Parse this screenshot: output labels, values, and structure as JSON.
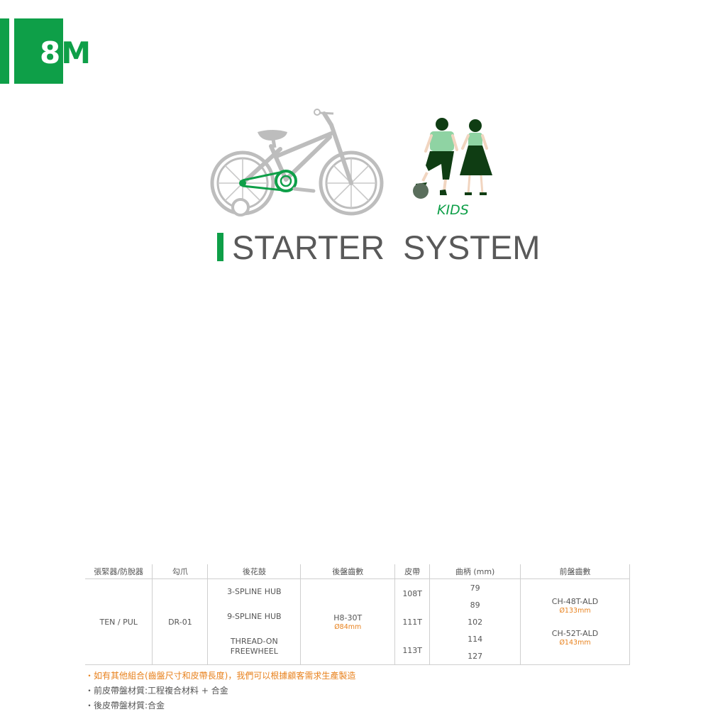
{
  "logo": {
    "digit": "8",
    "letter": "M"
  },
  "title": "STARTER  SYSTEM",
  "kids_label": "KIDS",
  "colors": {
    "brand_green": "#0e9f48",
    "dark_green": "#0f3d13",
    "light_green": "#8fd3a3",
    "gray": "#bdbdbd",
    "accent_orange": "#e8821e"
  },
  "table": {
    "headers": [
      "張緊器/防脫器",
      "勾爪",
      "後花鼓",
      "後盤齒數",
      "皮帶",
      "曲柄 (mm)",
      "前盤齒數"
    ],
    "tensioner": "TEN / PUL",
    "dropout": "DR-01",
    "hubs": [
      "3-SPLINE HUB",
      "9-SPLINE HUB",
      "THREAD-ON FREEWHEEL"
    ],
    "rear_cog": {
      "name": "H8-30T",
      "diameter": "Ø84mm"
    },
    "belts": [
      "108T",
      "111T",
      "113T"
    ],
    "cranks": [
      "79",
      "89",
      "102",
      "114",
      "127"
    ],
    "front_rings": [
      {
        "name": "CH-48T-ALD",
        "diameter": "Ø133mm"
      },
      {
        "name": "CH-52T-ALD",
        "diameter": "Ø143mm"
      }
    ]
  },
  "notes": [
    "・如有其他組合(齒盤尺寸和皮帶長度)，我們可以根據顧客需求生產製造",
    "・前皮帶盤材質:工程複合材料 + 合金",
    "・後皮帶盤材質:合金"
  ]
}
